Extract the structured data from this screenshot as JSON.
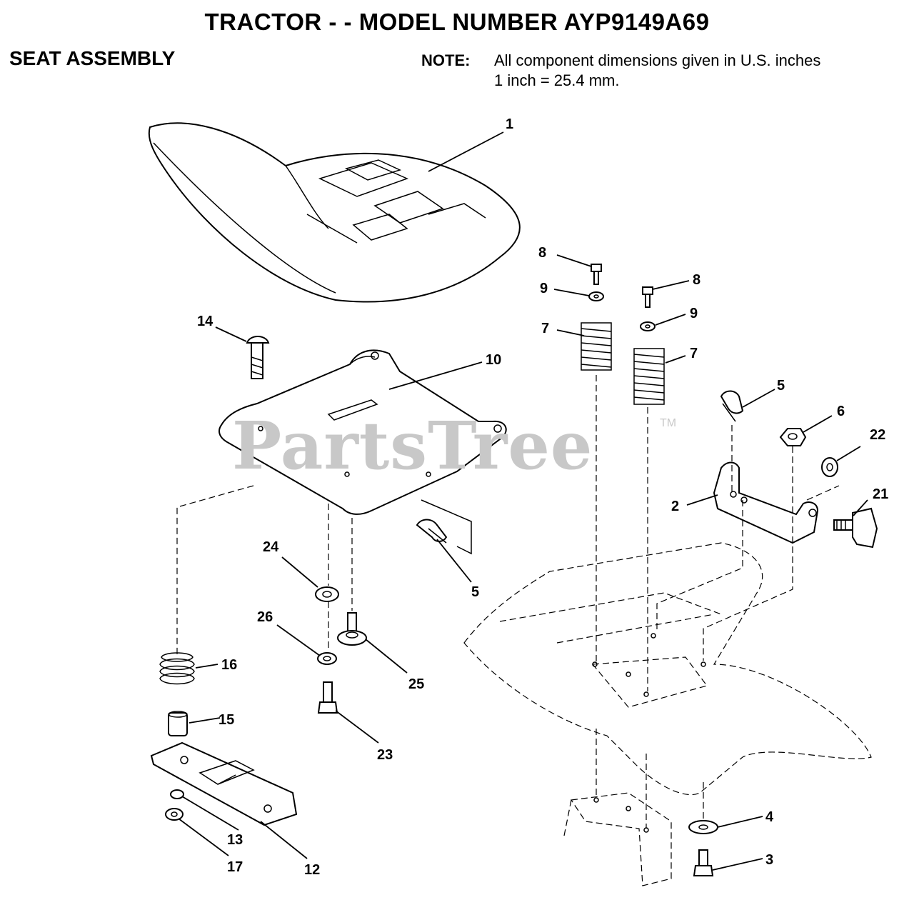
{
  "header": {
    "title": "TRACTOR - - MODEL NUMBER AYP9149A69",
    "section": "SEAT ASSEMBLY",
    "note_label": "NOTE:",
    "note_line_1": "All component dimensions given in U.S. inches",
    "note_line_2": "1 inch = 25.4 mm."
  },
  "watermark": {
    "text": "PartsTree",
    "tm": "TM"
  },
  "callouts": {
    "c1": "1",
    "c2": "2",
    "c3": "3",
    "c4": "4",
    "c5a": "5",
    "c5b": "5",
    "c6": "6",
    "c7a": "7",
    "c7b": "7",
    "c8a": "8",
    "c8b": "8",
    "c9a": "9",
    "c9b": "9",
    "c10": "10",
    "c12": "12",
    "c13": "13",
    "c14": "14",
    "c15": "15",
    "c16": "16",
    "c17": "17",
    "c21": "21",
    "c22": "22",
    "c23": "23",
    "c24": "24",
    "c25": "25",
    "c26": "26"
  }
}
